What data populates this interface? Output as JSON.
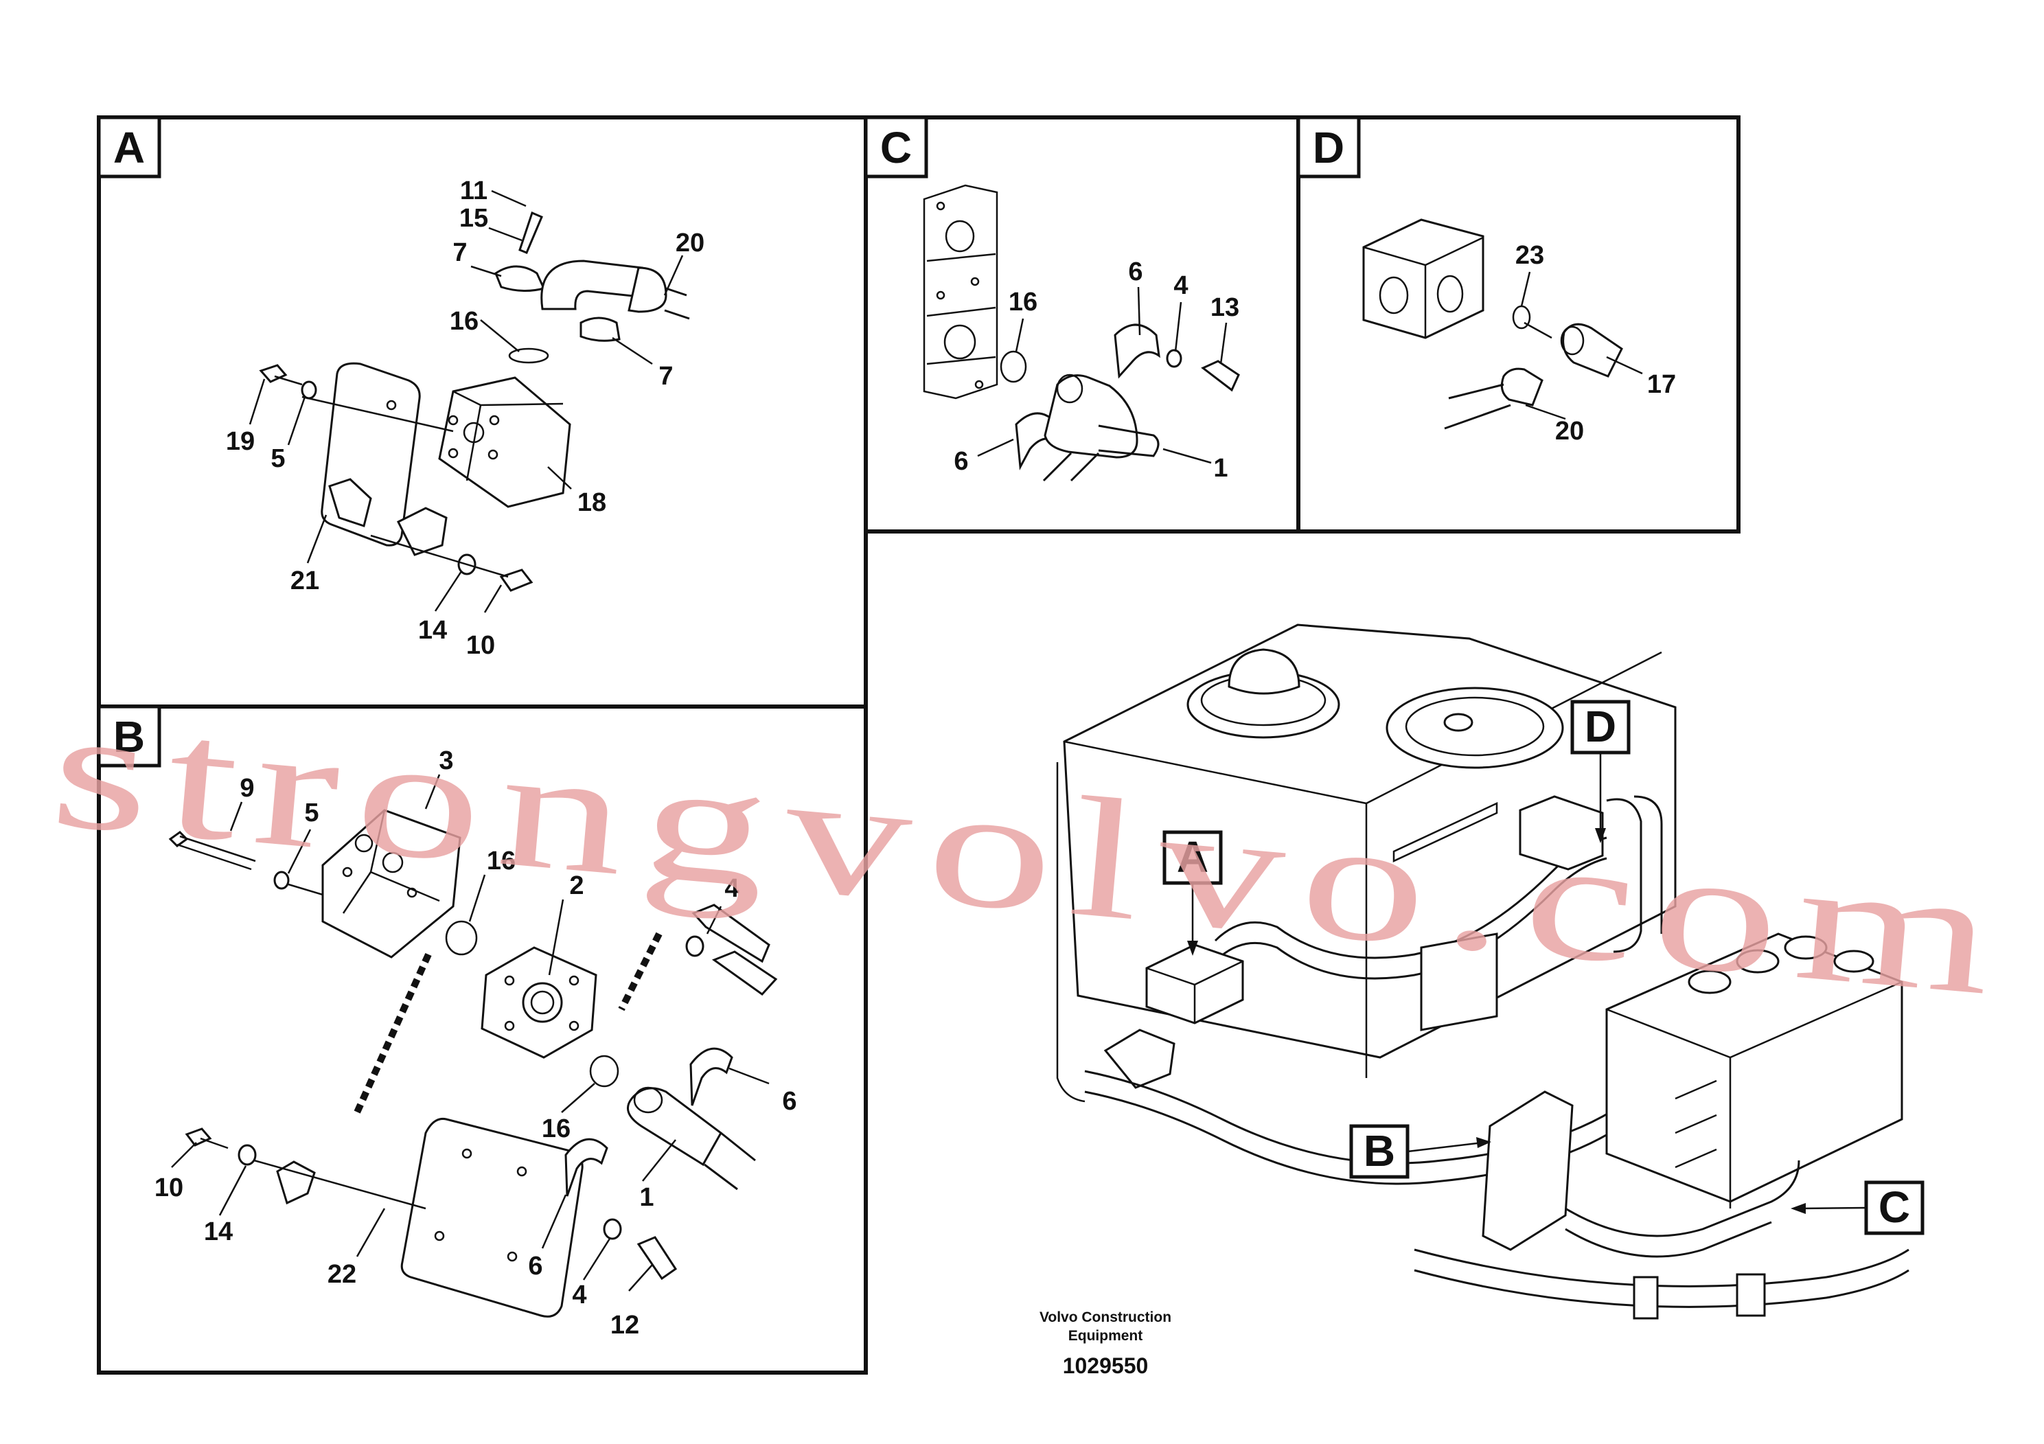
{
  "panels": {
    "A": {
      "letter": "A",
      "callouts": [
        "11",
        "15",
        "7",
        "20",
        "16",
        "7",
        "19",
        "5",
        "18",
        "21",
        "14",
        "10"
      ]
    },
    "B": {
      "letter": "B",
      "callouts": [
        "9",
        "5",
        "3",
        "16",
        "2",
        "4",
        "6",
        "16",
        "1",
        "10",
        "14",
        "22",
        "6",
        "4",
        "12"
      ]
    },
    "C": {
      "letter": "C",
      "callouts": [
        "16",
        "6",
        "4",
        "13",
        "6",
        "1"
      ]
    },
    "D": {
      "letter": "D",
      "callouts": [
        "23",
        "17",
        "20"
      ]
    }
  },
  "overview_markers": [
    "A",
    "D",
    "B",
    "C"
  ],
  "credit": {
    "line1": "Volvo Construction",
    "line2": "Equipment"
  },
  "drawing_number": "1029550",
  "watermark": "strongvolvo.com",
  "colors": {
    "line": "#111111",
    "watermark": "#e8a2a2",
    "background": "#ffffff"
  }
}
